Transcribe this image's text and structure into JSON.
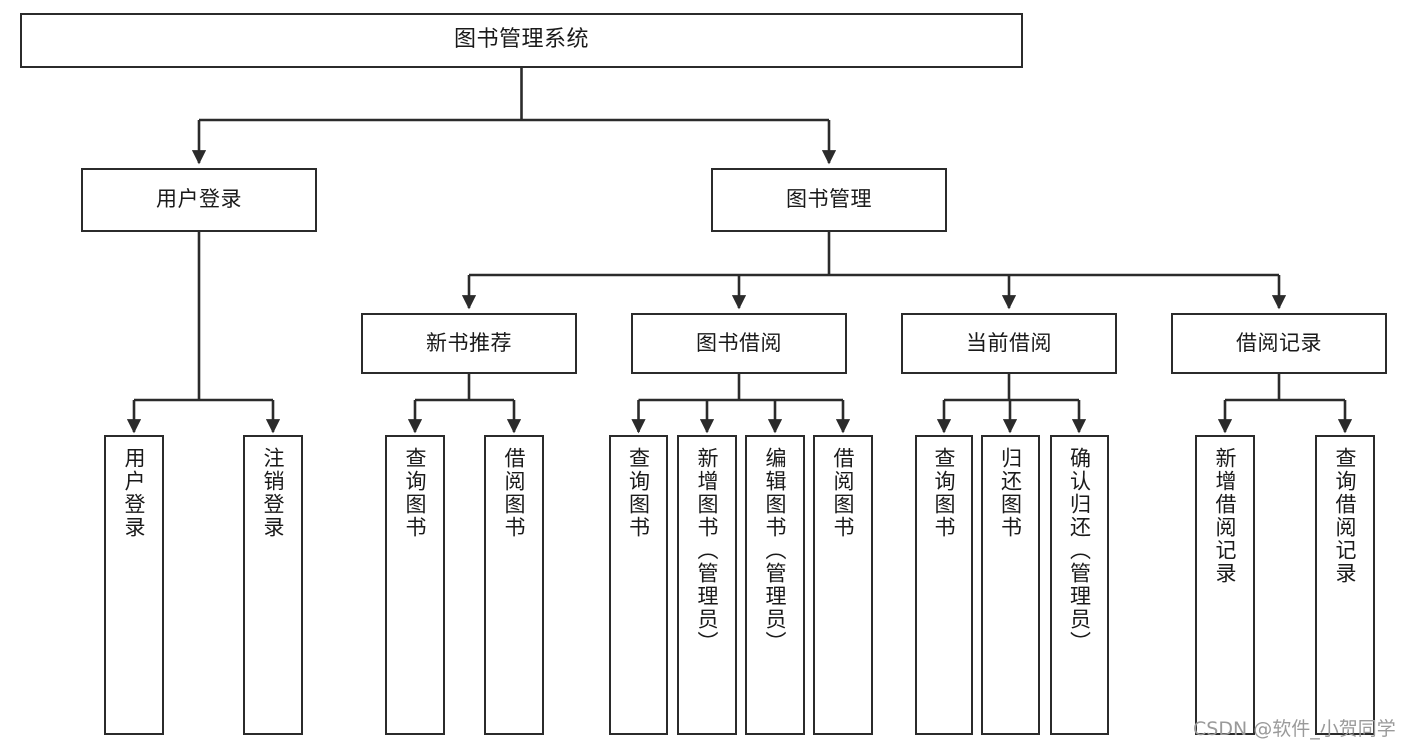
{
  "diagram": {
    "title": "图书管理系统",
    "type": "tree-hierarchy",
    "watermark": "CSDN @软件_小贺同学",
    "colors": {
      "box_border": "#2b2b2b",
      "box_fill": "#ffffff",
      "edge": "#2b2b2b",
      "text": "#1a1a1a",
      "watermark": "#9a9a9a",
      "background": "#ffffff"
    }
  },
  "nodes": {
    "root": {
      "label": "图书管理系统"
    },
    "level1": [
      {
        "id": "user-login",
        "label": "用户登录"
      },
      {
        "id": "book-management",
        "label": "图书管理"
      }
    ],
    "level2": [
      {
        "id": "new-book-recommend",
        "label": "新书推荐"
      },
      {
        "id": "book-borrow",
        "label": "图书借阅"
      },
      {
        "id": "current-borrow",
        "label": "当前借阅"
      },
      {
        "id": "borrow-record",
        "label": "借阅记录"
      }
    ],
    "leaves": {
      "user-login": [
        {
          "id": "leaf-user-login",
          "label": "用户登录"
        },
        {
          "id": "leaf-user-logout",
          "label": "注销登录"
        }
      ],
      "new-book-recommend": [
        {
          "id": "leaf-query-book-1",
          "label": "查询图书"
        },
        {
          "id": "leaf-borrow-book-1",
          "label": "借阅图书"
        }
      ],
      "book-borrow": [
        {
          "id": "leaf-query-book-2",
          "label": "查询图书"
        },
        {
          "id": "leaf-add-book",
          "label": "新增图书（管理员）"
        },
        {
          "id": "leaf-edit-book",
          "label": "编辑图书（管理员）"
        },
        {
          "id": "leaf-borrow-book-2",
          "label": "借阅图书"
        }
      ],
      "current-borrow": [
        {
          "id": "leaf-query-book-3",
          "label": "查询图书"
        },
        {
          "id": "leaf-return-book",
          "label": "归还图书"
        },
        {
          "id": "leaf-confirm-return",
          "label": "确认归还（管理员）"
        }
      ],
      "borrow-record": [
        {
          "id": "leaf-add-record",
          "label": "新增借阅记录"
        },
        {
          "id": "leaf-query-record",
          "label": "查询借阅记录"
        }
      ]
    }
  }
}
